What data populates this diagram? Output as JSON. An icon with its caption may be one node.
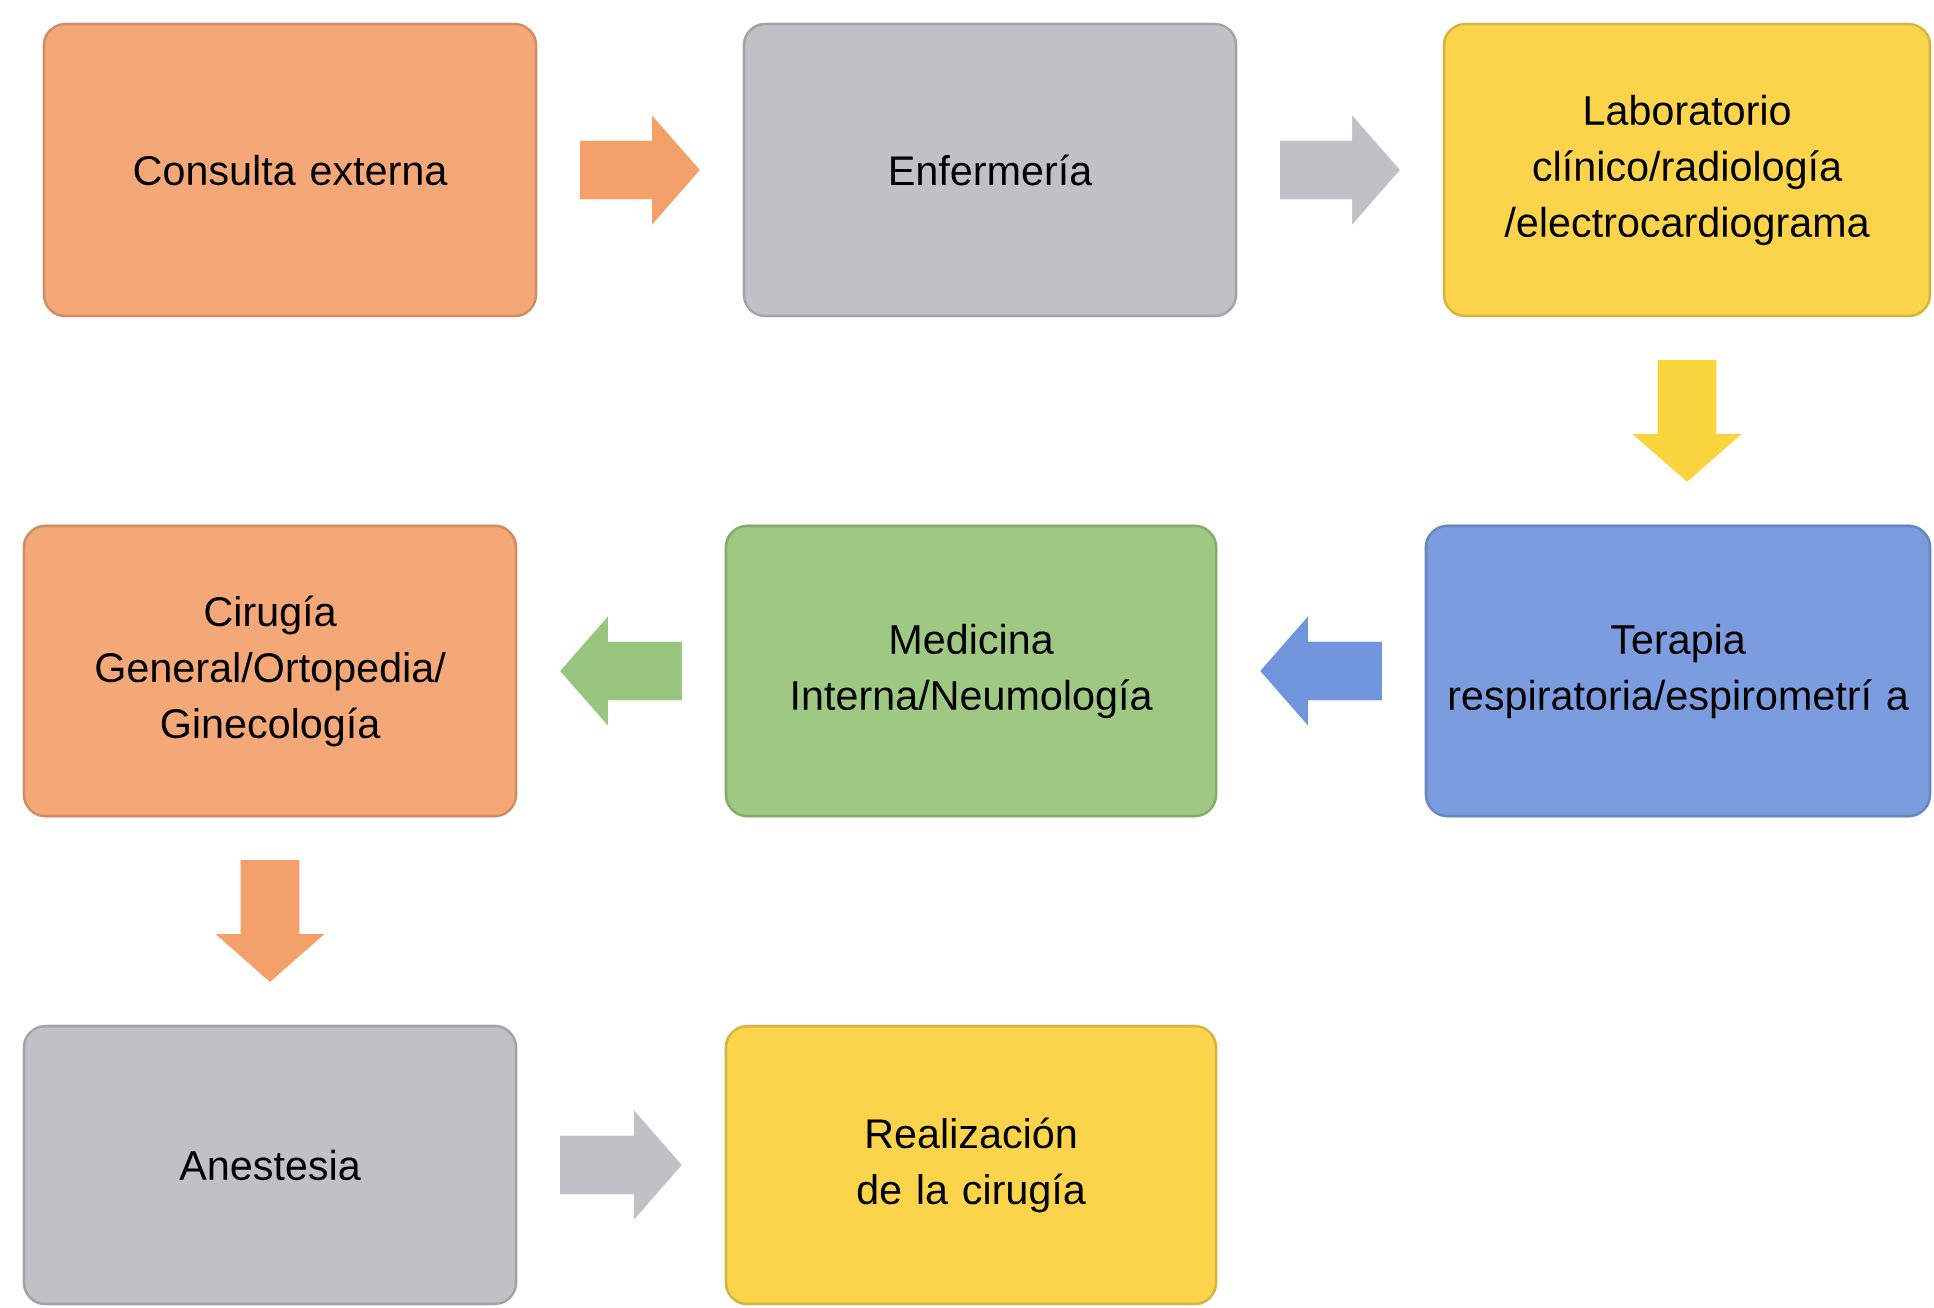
{
  "diagram": {
    "nodes": [
      {
        "text": [
          "Consulta externa"
        ]
      },
      {
        "text": [
          "Enfermería"
        ]
      },
      {
        "text": [
          "Laboratorio clínico/radiología /electrocardiograma"
        ]
      },
      {
        "text": [
          "Terapia respiratoria/espirometrí a"
        ]
      },
      {
        "text": [
          "Medicina Interna/Neumología"
        ]
      },
      {
        "text": [
          "Cirugía General/Ortopedia/ Ginecología"
        ]
      },
      {
        "text": [
          "Anestesia"
        ]
      },
      {
        "text": [
          "Realización de la cirugía"
        ]
      }
    ],
    "edges": [
      {
        "from": 0,
        "to": 1,
        "arrow": "to",
        "color": "#f4a06a"
      },
      {
        "from": 1,
        "to": 2,
        "arrow": "to",
        "color": "#c1c0c6"
      },
      {
        "from": 2,
        "to": 3,
        "arrow": "to",
        "color": "#fad43c"
      },
      {
        "from": 3,
        "to": 4,
        "arrow": "to",
        "color": "#7095dc"
      },
      {
        "from": 4,
        "to": 5,
        "arrow": "to",
        "color": "#98c67e"
      },
      {
        "from": 5,
        "to": 6,
        "arrow": "to",
        "color": "#f4a06a"
      },
      {
        "from": 6,
        "to": 7,
        "arrow": "to",
        "color": "#c1c0c6"
      }
    ]
  }
}
